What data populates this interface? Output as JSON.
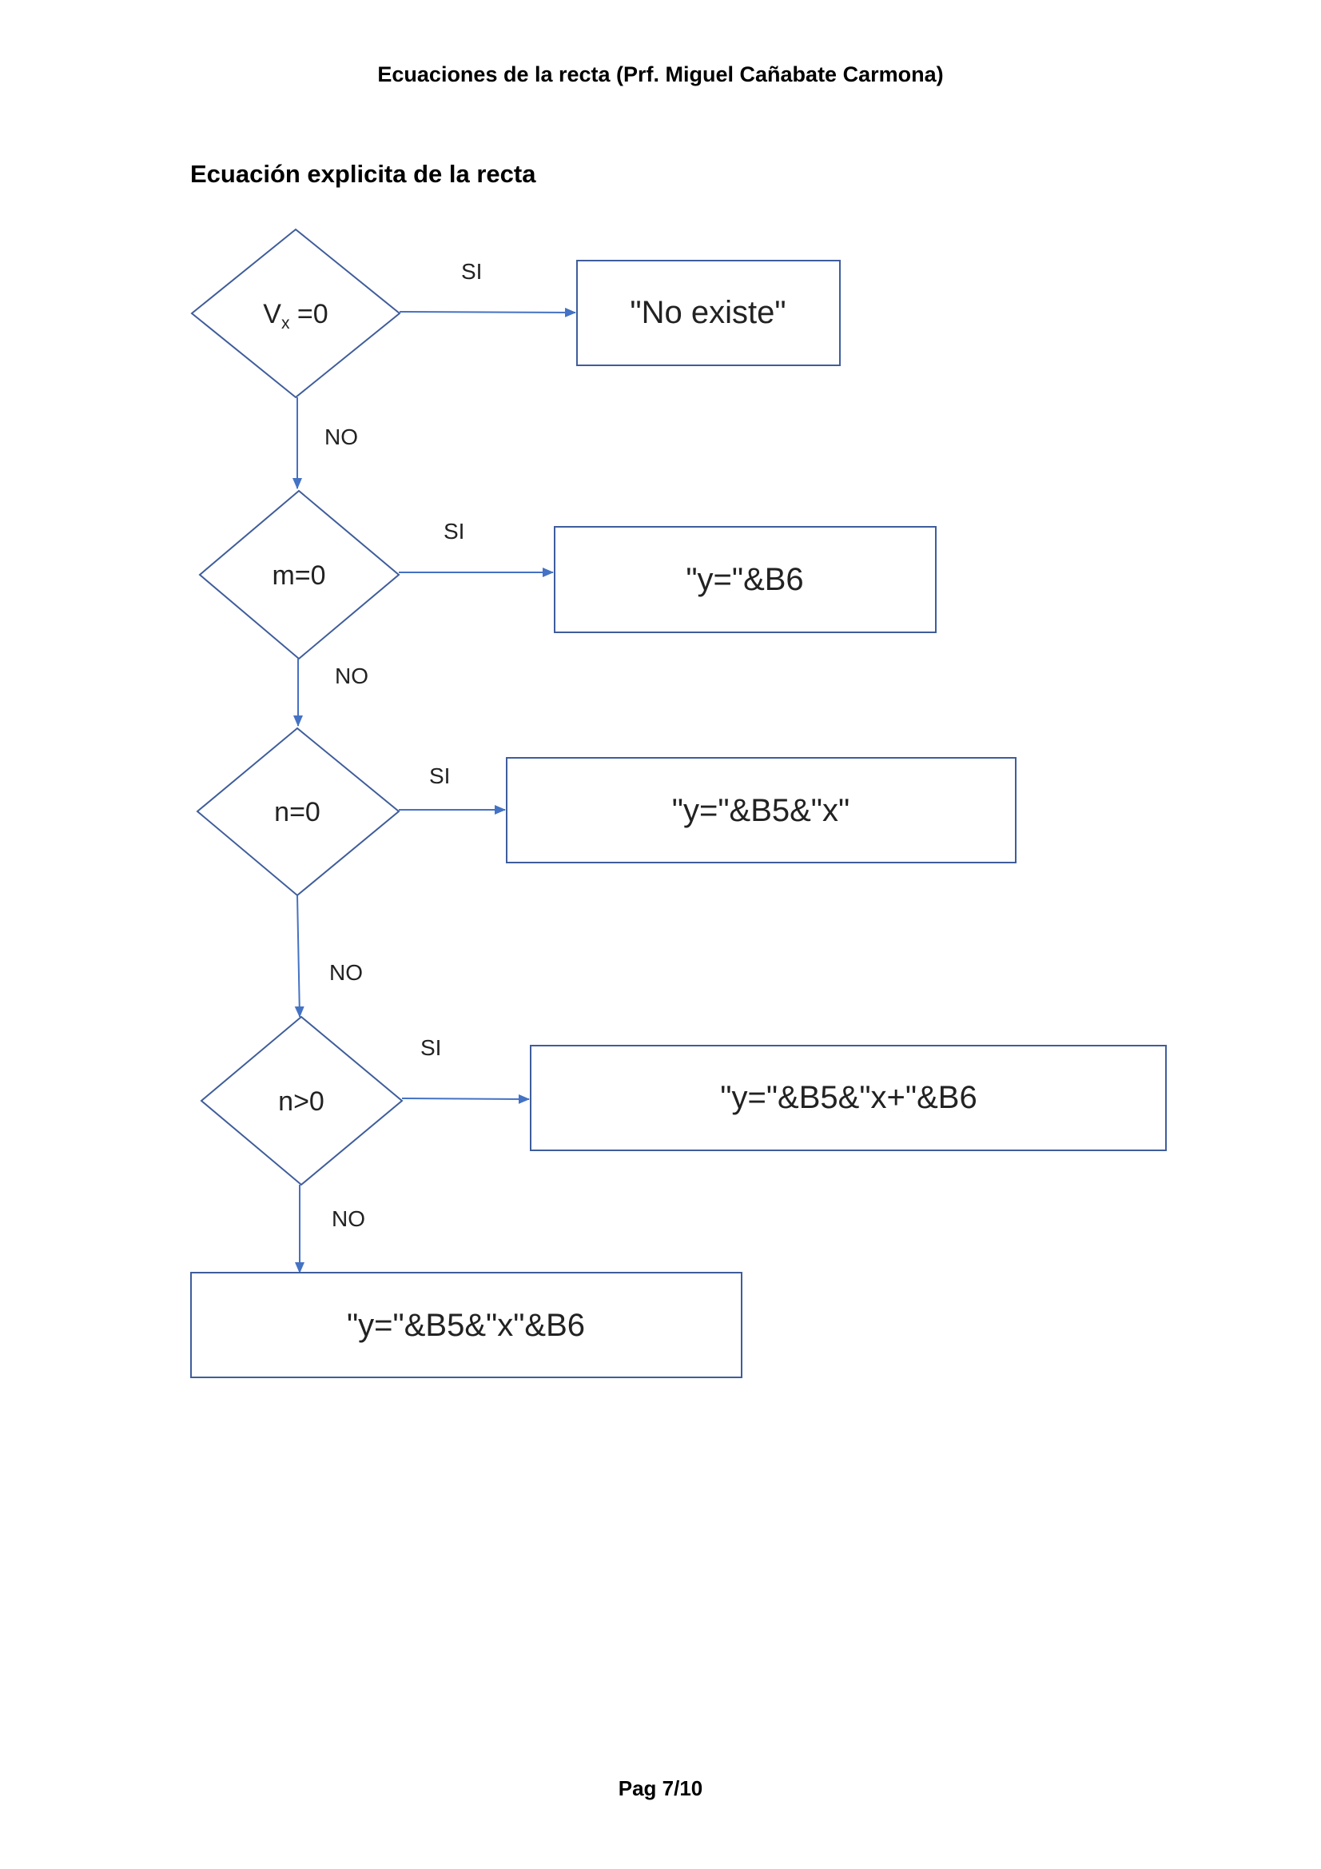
{
  "header": {
    "title": "Ecuaciones de la recta (Prf. Miguel Cañabate Carmona)"
  },
  "section": {
    "title": "Ecuación explicita de la recta"
  },
  "footer": {
    "page": "Pag 7/10"
  },
  "colors": {
    "stroke": "#3f5d9b",
    "arrow": "#4472c4"
  },
  "diagram": {
    "decisions": [
      {
        "main": "V",
        "sub": "x",
        "rest": " =0"
      },
      {
        "label": "m=0"
      },
      {
        "label": "n=0"
      },
      {
        "label": "n>0"
      }
    ],
    "boxes": [
      {
        "label": "\"No existe\""
      },
      {
        "label": "\"y=\"&B6"
      },
      {
        "label": "\"y=\"&B5&\"x\""
      },
      {
        "label": "\"y=\"&B5&\"x+\"&B6"
      },
      {
        "label": "\"y=\"&B5&\"x\"&B6"
      }
    ],
    "edges": {
      "yes": "SI",
      "no": "NO"
    }
  }
}
